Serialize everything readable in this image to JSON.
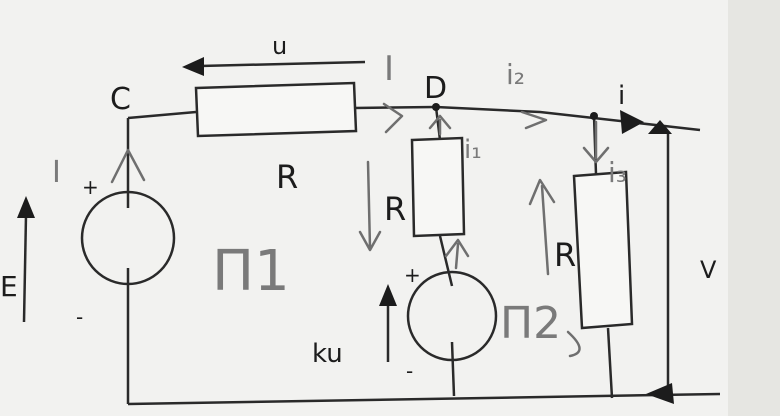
{
  "labels": {
    "node_c": "C",
    "node_d": "D",
    "current_i": "i",
    "voltage_u": "u",
    "source_e": "E",
    "source_ku": "ku",
    "output_v": "V",
    "r_series": "R",
    "r_middle": "R",
    "r_right": "R"
  },
  "annotations": {
    "i_main": "I",
    "i_left": "I",
    "i1": "i₁",
    "i2": "i₂",
    "i3": "i₃",
    "loop1": "Π1",
    "loop2": "Π2"
  },
  "polarity": {
    "plus": "+",
    "minus": "-"
  },
  "colors": {
    "ink": "#1c1c1c",
    "pencil": "#6f6f6f",
    "paper": "#f2f2f0"
  }
}
